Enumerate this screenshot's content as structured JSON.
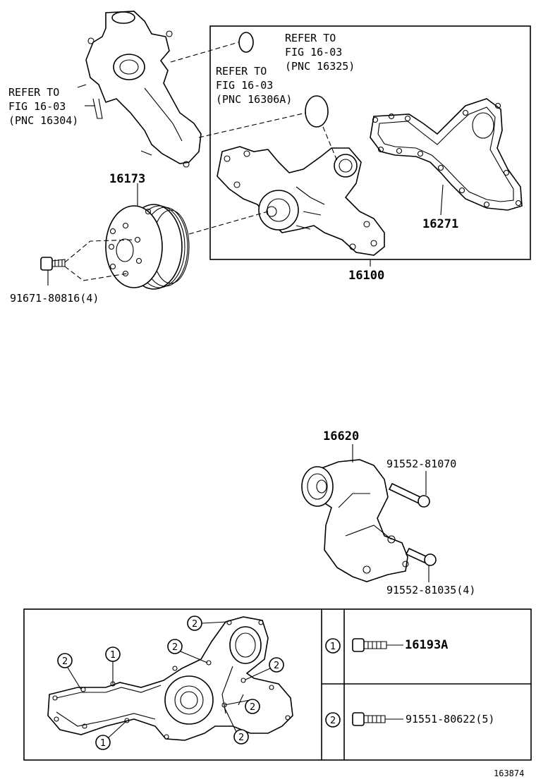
{
  "labels": {
    "refer_a": [
      "REFER TO",
      "FIG 16-03",
      "(PNC 16325)"
    ],
    "refer_b": [
      "REFER TO",
      "FIG 16-03",
      "(PNC 16306A)"
    ],
    "refer_c": [
      "REFER TO",
      "FIG 16-03",
      "(PNC 16304)"
    ],
    "pn_16173": "16173",
    "pn_16271": "16271",
    "pn_16100": "16100",
    "pn_bolt_pulley": "91671-80816(4)",
    "pn_16620": "16620",
    "pn_bolt_a": "91552-81070",
    "pn_bolt_b": "91552-81035(4)",
    "pn_16193a": "16193A",
    "pn_bolt_c": "91551-80622(5)",
    "figure_id": "163874"
  },
  "callouts": [
    "1",
    "2"
  ]
}
